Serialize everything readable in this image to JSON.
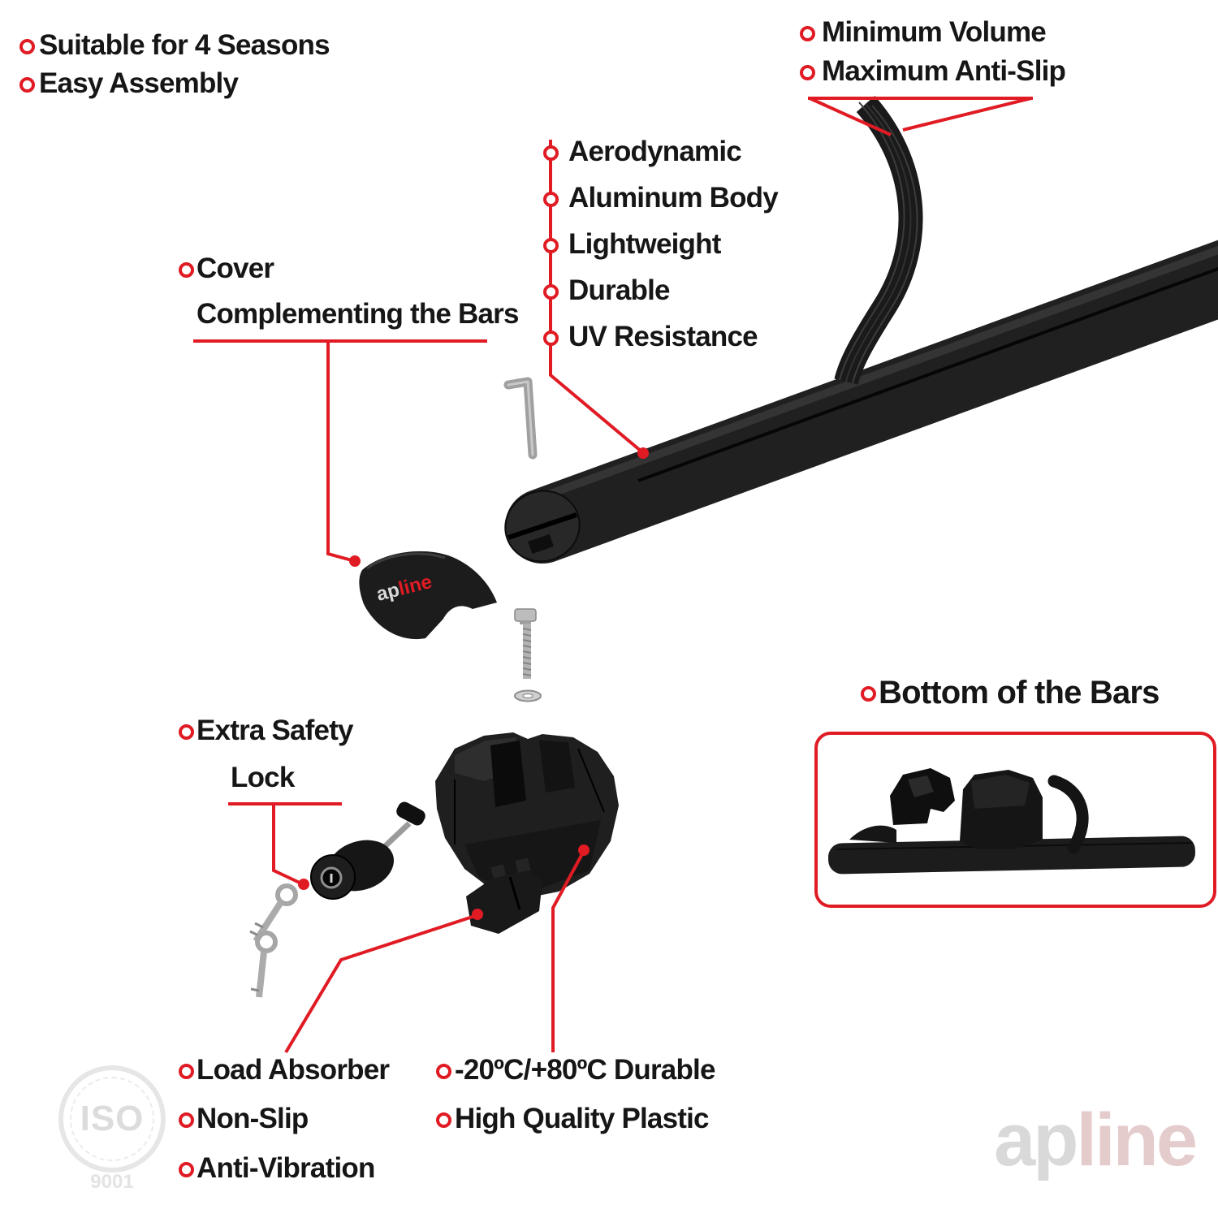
{
  "colors": {
    "accent": "#e01b24",
    "product_dark": "#1d1d1d"
  },
  "top_left_items": [
    "Suitable for 4 Seasons",
    "Easy Assembly"
  ],
  "top_right_items": [
    "Minimum Volume",
    "Maximum Anti-Slip"
  ],
  "feature_items": [
    "Aerodynamic",
    "Aluminum Body",
    "Lightweight",
    "Durable",
    "UV Resistance"
  ],
  "cover_label": {
    "line1": "Cover",
    "line2": "Complementing the Bars"
  },
  "lock_label": {
    "line1": "Extra Safety",
    "line2": "Lock"
  },
  "bottom_bars_label": "Bottom of the Bars",
  "bottom_left_items": [
    "Load Absorber",
    "Non-Slip",
    "Anti-Vibration"
  ],
  "bottom_right_items": [
    "-20ºC/+80ºC Durable",
    "High Quality Plastic"
  ],
  "cover_logo": {
    "prefix": "ap",
    "suffix": "line"
  },
  "watermarks": {
    "iso_text": "ISO",
    "iso_number": "9001",
    "brand_prefix": "ap",
    "brand_suffix": "line"
  }
}
